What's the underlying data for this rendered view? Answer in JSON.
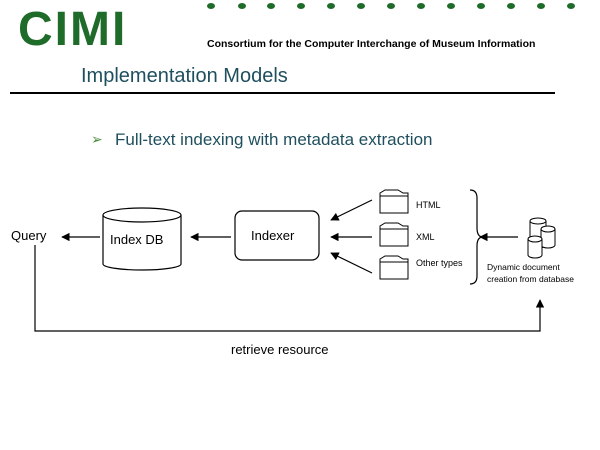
{
  "header": {
    "logo_text": "CIMI",
    "org_name": "Consortium for the Computer Interchange of Museum Information",
    "brand_color": "#1e6b2a"
  },
  "slide": {
    "title": "Implementation Models",
    "bullet": "Full-text indexing with metadata extraction",
    "title_color": "#1f4f5e",
    "bullet_color": "#4a8c3c"
  },
  "diagram": {
    "query_label": "Query",
    "index_db_label": "Index DB",
    "indexer_label": "Indexer",
    "doc_types": [
      "HTML",
      "XML",
      "Other types"
    ],
    "database_caption_line1": "Dynamic document",
    "database_caption_line2": "creation from database",
    "retrieve_label": "retrieve resource"
  }
}
